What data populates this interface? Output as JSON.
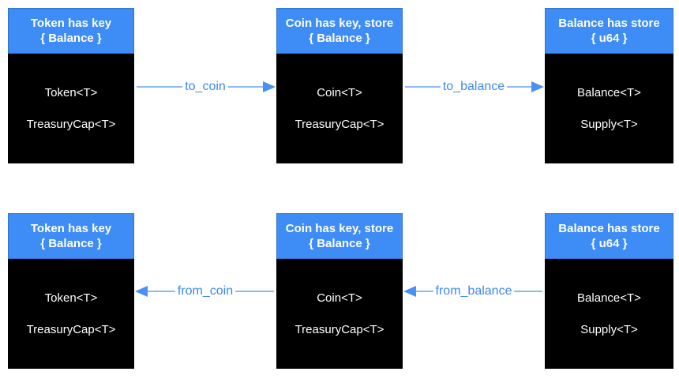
{
  "diagram": {
    "title": "Token / Coin / Balance conversion diagram",
    "colors": {
      "header_bg": "#3e8cf5",
      "header_text": "#ffffff",
      "body_bg": "#000000",
      "body_text": "#ffffff",
      "arrow_line": "#8fb9f6",
      "arrow_head": "#4a90f5",
      "arrow_label": "#3f89f2",
      "background": "#ffffff"
    },
    "rows": [
      {
        "boxes": [
          {
            "header_line1": "Token has key",
            "header_line2": "{ Balance }",
            "fields": [
              "Token<T>",
              "TreasuryCap<T>"
            ]
          },
          {
            "header_line1": "Coin has key, store",
            "header_line2": "{ Balance }",
            "fields": [
              "Coin<T>",
              "TreasuryCap<T>"
            ]
          },
          {
            "header_line1": "Balance has store",
            "header_line2": "{ u64 }",
            "fields": [
              "Balance<T>",
              "Supply<T>"
            ]
          }
        ],
        "arrows": [
          {
            "label": "to_coin",
            "direction": "right"
          },
          {
            "label": "to_balance",
            "direction": "right"
          }
        ]
      },
      {
        "boxes": [
          {
            "header_line1": "Token has key",
            "header_line2": "{ Balance }",
            "fields": [
              "Token<T>",
              "TreasuryCap<T>"
            ]
          },
          {
            "header_line1": "Coin has key, store",
            "header_line2": "{ Balance }",
            "fields": [
              "Coin<T>",
              "TreasuryCap<T>"
            ]
          },
          {
            "header_line1": "Balance has store",
            "header_line2": "{ u64 }",
            "fields": [
              "Balance<T>",
              "Supply<T>"
            ]
          }
        ],
        "arrows": [
          {
            "label": "from_coin",
            "direction": "left"
          },
          {
            "label": "from_balance",
            "direction": "left"
          }
        ]
      }
    ]
  }
}
